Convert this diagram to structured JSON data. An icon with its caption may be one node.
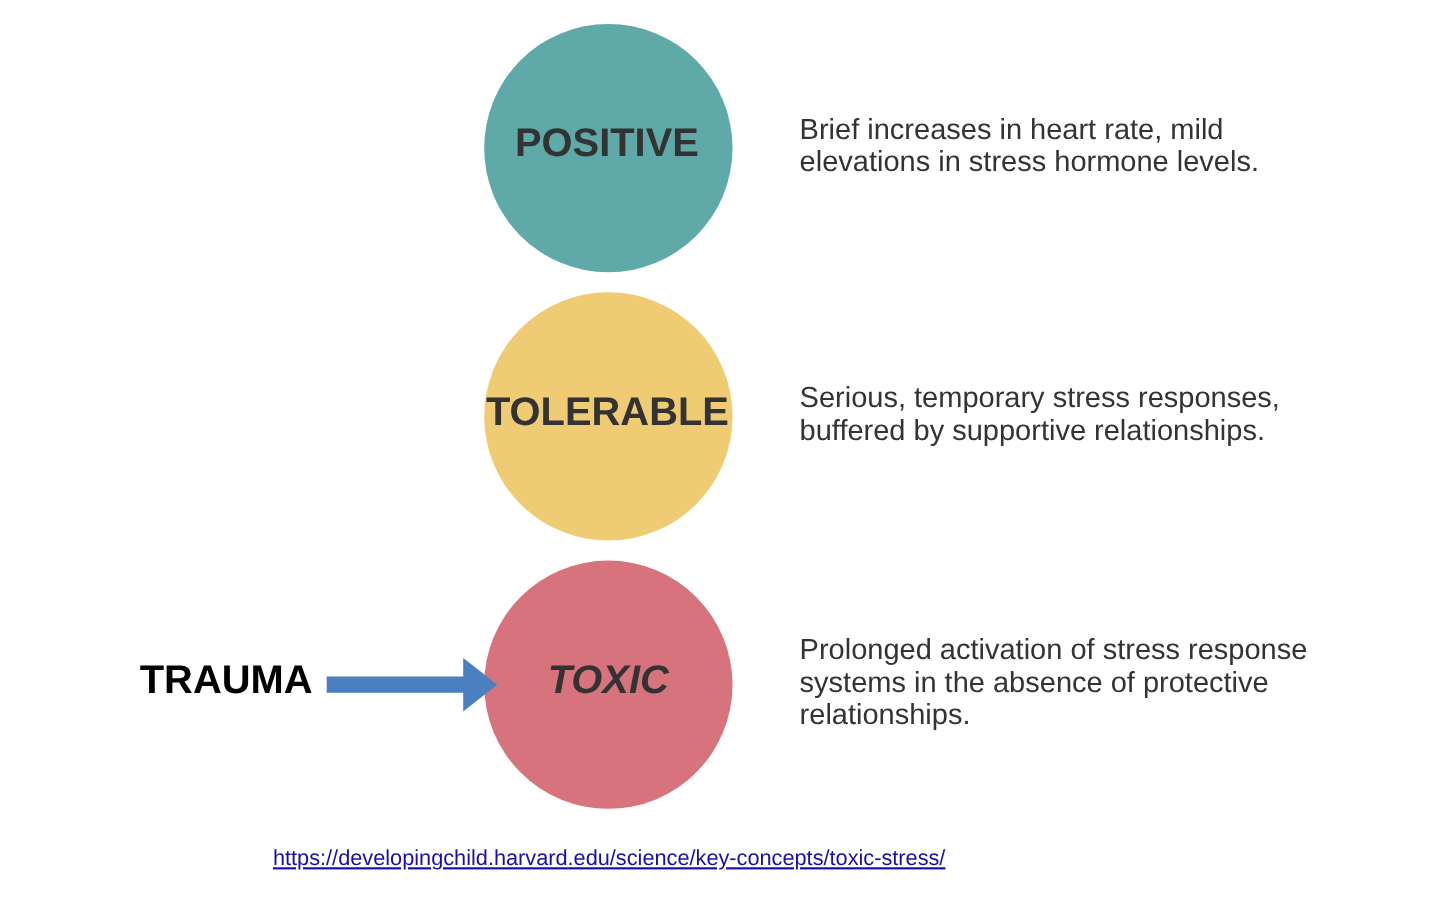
{
  "diagram": {
    "nodes": [
      {
        "text": [
          "POSITIVE"
        ],
        "beside": [
          "Brief increases in heart rate, mild elevations in stress hormone levels."
        ]
      },
      {
        "text": [
          "TOLERABLE"
        ],
        "beside": [
          "Serious, temporary stress responses, buffered by supportive relationships."
        ]
      },
      {
        "text": [
          "TOXIC"
        ],
        "beside": [
          "Prolonged activation of stress response systems in the absence of protective relationships."
        ]
      },
      {
        "text": [
          "TRAUMA"
        ]
      }
    ],
    "edges": [
      {
        "from": 3,
        "to": 2,
        "arrow": "to",
        "color": "#4a7fc1"
      }
    ],
    "labels": [
      "https://developingchild.harvard.edu/science/key-concepts/toxic-stress/"
    ]
  }
}
